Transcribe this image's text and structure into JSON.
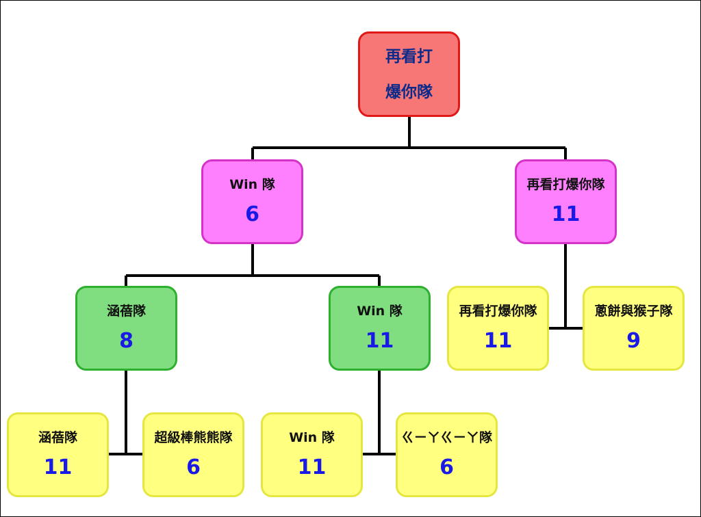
{
  "bracket": {
    "champion": {
      "line1": "再看打",
      "line2": "爆你隊"
    },
    "semifinals": [
      {
        "team": "Win 隊",
        "score": "6"
      },
      {
        "team": "再看打爆你隊",
        "score": "11"
      }
    ],
    "quarterfinals": [
      {
        "team": "涵蓓隊",
        "score": "8"
      },
      {
        "team": "Win 隊",
        "score": "11"
      },
      {
        "team": "再看打爆你隊",
        "score": "11"
      },
      {
        "team": "蔥餅與猴子隊",
        "score": "9"
      }
    ],
    "first_round": [
      {
        "team": "涵蓓隊",
        "score": "11"
      },
      {
        "team": "超級棒熊熊隊",
        "score": "6"
      },
      {
        "team": "Win 隊",
        "score": "11"
      },
      {
        "team": "ㄍㄧㄚㄍㄧㄚ隊",
        "score": "6"
      }
    ]
  },
  "colors": {
    "champion": "#f77777",
    "semifinal": "#ff80ff",
    "quarterfinal": "#80de80",
    "match_result": "#ffff80",
    "score_text": "#1a1ae6"
  }
}
